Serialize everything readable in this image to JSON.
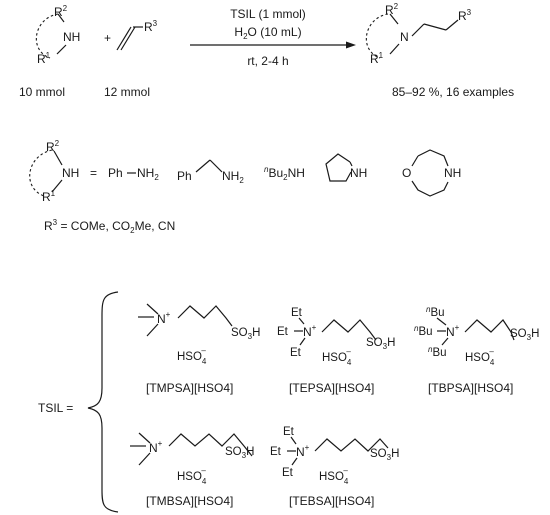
{
  "reaction": {
    "amine": {
      "r2": "R",
      "r2_sup": "2",
      "nh": "NH",
      "r1": "R",
      "r1_sup": "1",
      "amount": "10 mmol"
    },
    "plus": "+",
    "alkene": {
      "r3": "R",
      "r3_sup": "3",
      "amount": "12 mmol"
    },
    "conditions": {
      "line1": "TSIL (1 mmol)",
      "line2_a": "H",
      "line2_sub": "2",
      "line2_b": "O (10 mL)",
      "line3": "rt, 2-4 h"
    },
    "product": {
      "r2": "R",
      "r2_sup": "2",
      "n": "N",
      "r1": "R",
      "r1_sup": "1",
      "r3": "R",
      "r3_sup": "3",
      "yield": "85–92 %, 16 examples"
    }
  },
  "amine_scope": {
    "nh": "NH",
    "r2": "R",
    "r2_sup": "2",
    "r1": "R",
    "r1_sup": "1",
    "equals": "=",
    "aniline": {
      "ph": "Ph",
      "nh2": "NH",
      "nh2_sub": "2"
    },
    "benzylamine": {
      "ph": "Ph",
      "nh2": "NH",
      "nh2_sub": "2"
    },
    "dibutylamine": {
      "prefix": "n",
      "bu": "Bu",
      "bu_sub": "2",
      "nh": "NH"
    },
    "pyrrolidine": {
      "nh": "NH"
    },
    "morpholine": {
      "o": "O",
      "nh": "NH"
    }
  },
  "r3_scope": {
    "r": "R",
    "sup": "3",
    "text_a": " = COMe, CO",
    "sub": "2",
    "text_b": "Me, CN"
  },
  "tsil": {
    "label": "TSIL =",
    "hso4": {
      "a": "HSO",
      "sub": "4",
      "sup": "–"
    },
    "so3h": {
      "a": "SO",
      "sub": "3",
      "b": "H"
    },
    "n_plus": "N",
    "plus_sign": "+",
    "et": "Et",
    "bu": "Bu",
    "n_prefix": "n",
    "names": [
      "[TMPSA][HSO4]",
      "[TEPSA][HSO4]",
      "[TBPSA][HSO4]",
      "[TMBSA][HSO4]",
      "[TEBSA][HSO4]"
    ]
  }
}
